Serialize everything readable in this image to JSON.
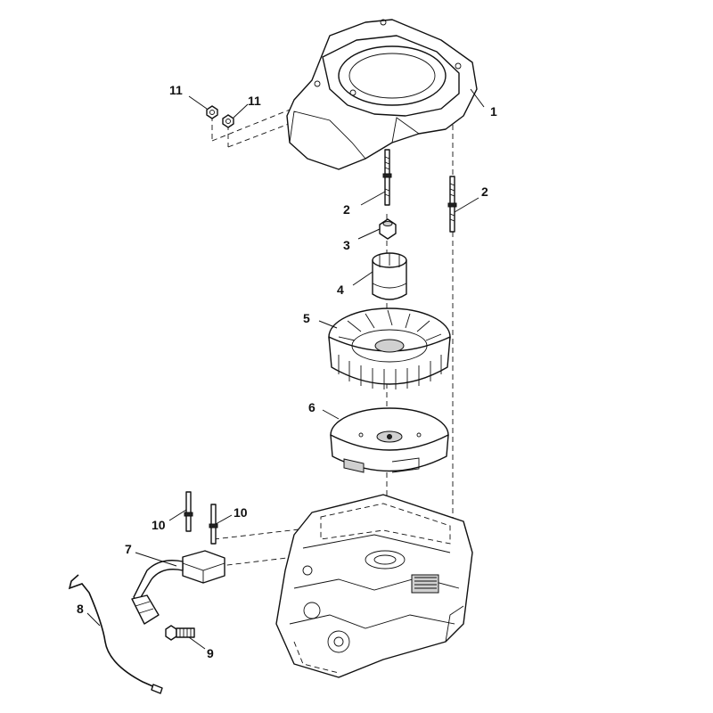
{
  "callouts": [
    {
      "id": "c1",
      "text": "1"
    },
    {
      "id": "c2a",
      "text": "2"
    },
    {
      "id": "c2b",
      "text": "2"
    },
    {
      "id": "c3",
      "text": "3"
    },
    {
      "id": "c4",
      "text": "4"
    },
    {
      "id": "c5",
      "text": "5"
    },
    {
      "id": "c6",
      "text": "6"
    },
    {
      "id": "c7",
      "text": "7"
    },
    {
      "id": "c8",
      "text": "8"
    },
    {
      "id": "c9",
      "text": "9"
    },
    {
      "id": "c10a",
      "text": "10"
    },
    {
      "id": "c10b",
      "text": "10"
    },
    {
      "id": "c11a",
      "text": "11"
    },
    {
      "id": "c11b",
      "text": "11"
    }
  ]
}
